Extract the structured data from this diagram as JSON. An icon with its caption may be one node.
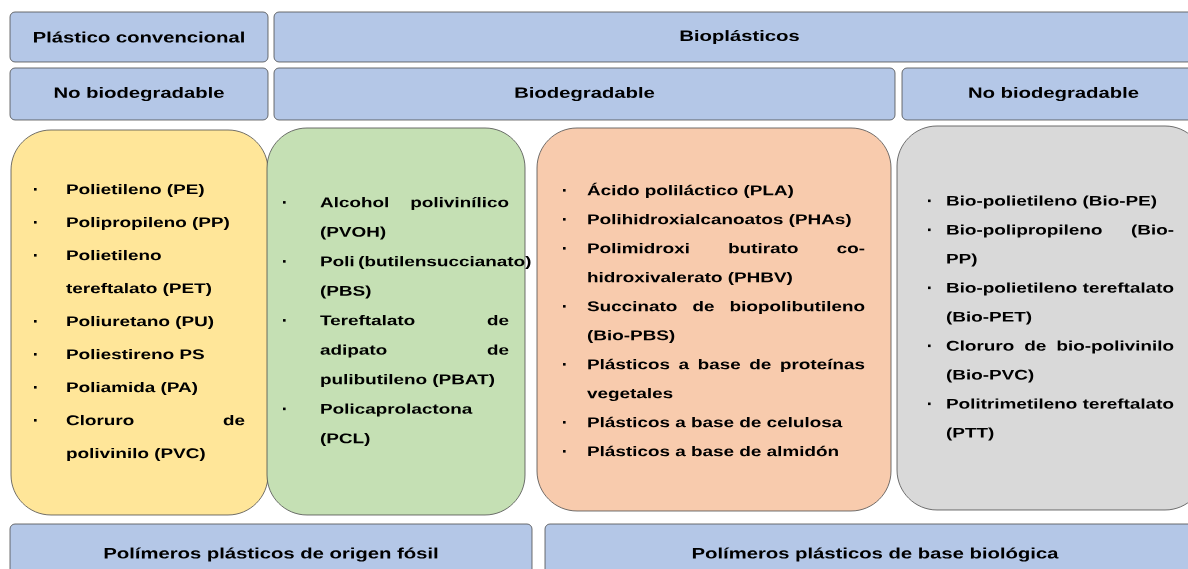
{
  "diagram": {
    "nodes": [
      {
        "text": [
          "Plástico convencional"
        ]
      },
      {
        "text": [
          "Bioplásticos"
        ]
      },
      {
        "text": [
          "No biodegradable"
        ]
      },
      {
        "text": [
          "Biodegradable"
        ]
      },
      {
        "text": [
          "No biodegradable"
        ]
      },
      {
        "text": [
          "Polietileno (PE)",
          "Polipropileno (PP)",
          "Polietileno tereftalato (PET)",
          "Poliuretano (PU)",
          "Poliestireno PS",
          "Poliamida (PA)",
          "Cloruro de polivinilo (PVC)"
        ]
      },
      {
        "text": [
          "Alcohol polivinílico (PVOH)",
          "Poli (butilensuccianato) (PBS)",
          "Tereftalato de adipato de pulibutileno (PBAT)",
          "Policaprolactona (PCL)"
        ]
      },
      {
        "text": [
          "Ácido poliláctico (PLA)",
          "Polihidroxialcanoatos (PHAs)",
          "Polimidroxi butirato co-hidroxivalerato (PHBV)",
          "Succinato de biopolibutileno (Bio-PBS)",
          "Plásticos a base de proteínas vegetales",
          "Plásticos a base de celulosa",
          "Plásticos a base de almidón"
        ]
      },
      {
        "text": [
          "Bio-polietileno (Bio-PE)",
          "Bio-polipropileno (Bio-PP)",
          "Bio-polietileno tereftalato (Bio-PET)",
          "Cloruro de bio-polivinilo (Bio-PVC)",
          "Politrimetileno tereftalato (PTT)"
        ]
      },
      {
        "text": [
          "Polímeros plásticos de origen fósil"
        ]
      },
      {
        "text": [
          "Polímeros plásticos de base biológica"
        ]
      }
    ]
  }
}
